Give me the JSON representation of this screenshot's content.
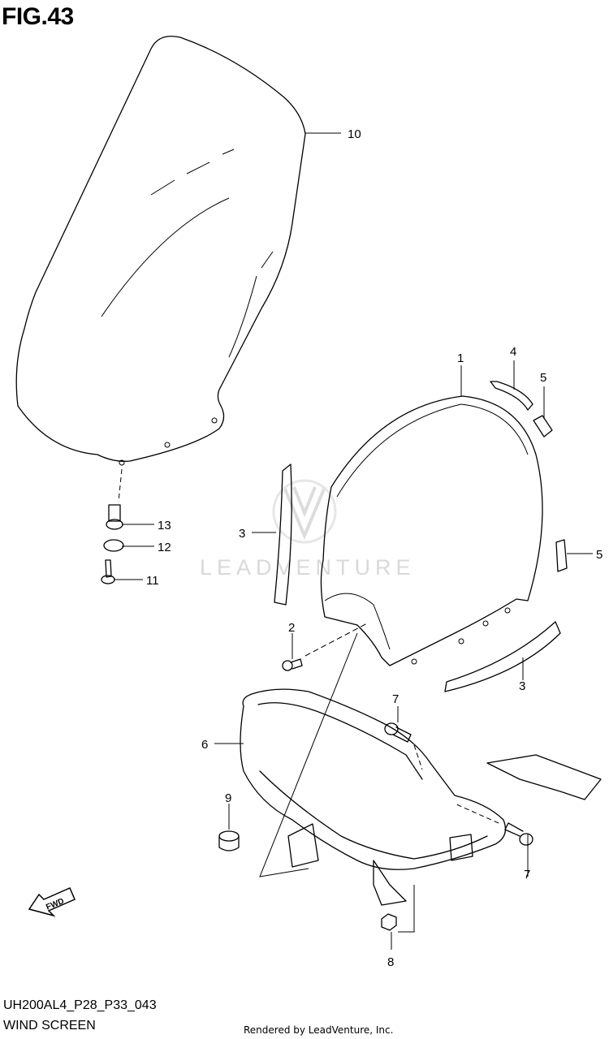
{
  "figure": {
    "title": "FIG.43",
    "diagram_code": "UH200AL4_P28_P33_043",
    "diagram_name": "WIND SCREEN",
    "render_credit": "Rendered by LeadVenture, Inc.",
    "watermark": "LEADVENTURE",
    "fwd_arrow": "FWD"
  },
  "callouts": [
    {
      "id": "10",
      "text": "10"
    },
    {
      "id": "1",
      "text": "1"
    },
    {
      "id": "4",
      "text": "4"
    },
    {
      "id": "5a",
      "text": "5"
    },
    {
      "id": "5b",
      "text": "5"
    },
    {
      "id": "3a",
      "text": "3"
    },
    {
      "id": "3b",
      "text": "3"
    },
    {
      "id": "13",
      "text": "13"
    },
    {
      "id": "12",
      "text": "12"
    },
    {
      "id": "11",
      "text": "11"
    },
    {
      "id": "2",
      "text": "2"
    },
    {
      "id": "7a",
      "text": "7"
    },
    {
      "id": "7b",
      "text": "7"
    },
    {
      "id": "6",
      "text": "6"
    },
    {
      "id": "9",
      "text": "9"
    },
    {
      "id": "8",
      "text": "8"
    }
  ]
}
